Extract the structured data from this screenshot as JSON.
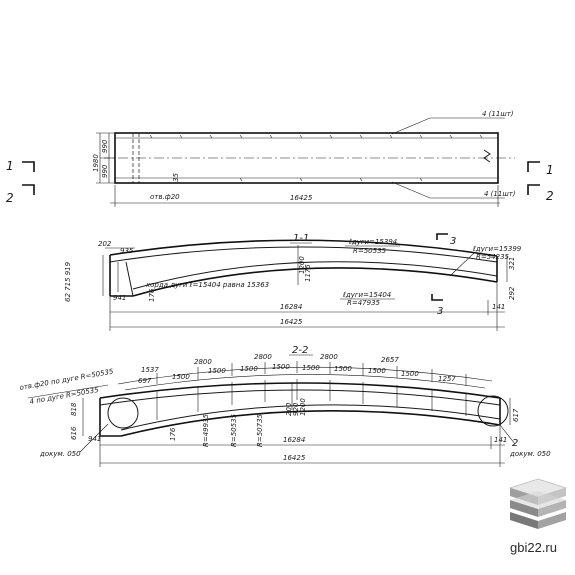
{
  "plan": {
    "dim_990_top": "990",
    "dim_990_bottom": "990",
    "dim_1980": "1980",
    "dim_16425": "16425",
    "note_20": "отв.ф20",
    "dim_35": "35",
    "callout_top": "4 (11шт)",
    "callout_bottom": "4 (11шт)"
  },
  "section_marks": {
    "n1": "1",
    "n2": "2"
  },
  "section1": {
    "title": "1-1",
    "dim_202": "202",
    "dim_935": "935",
    "dim_941": "941",
    "dim_176": "176",
    "dim_1200": "1200",
    "dim_1175": "1175",
    "dim_321": "321",
    "dim_292": "292",
    "dim_left_stack": "62 715 919",
    "arc_top_label": "ℓдуги=15394",
    "arc_top_r": "R=50535",
    "arc_right_label": "ℓдуги=15399",
    "arc_right_r": "R=54235",
    "chord_label": "хорда дуги ℓ=15404 равна 15363",
    "arc_bottom_label": "ℓдуги=15404",
    "arc_bottom_r": "R=47935",
    "dim_16284": "16284",
    "dim_141": "141",
    "dim_16425": "16425",
    "mark3": "3"
  },
  "section2": {
    "title": "2-2",
    "hole_note1": "отв.ф20 по дуге R=50535",
    "hole_note2": "4 по дуге R=50535",
    "top_spans": [
      "1537",
      "2800",
      "2800",
      "2800",
      "2657"
    ],
    "mid_spans": [
      "697",
      "1500",
      "1500",
      "1500",
      "1500",
      "1500",
      "1500",
      "1500",
      "1500",
      "1257"
    ],
    "dim_941": "941",
    "dim_176": "176",
    "dim_200": "200",
    "dim_920": "920",
    "dim_1200": "1200",
    "r1": "R=49935",
    "r2": "R=50535",
    "r3": "R=50735",
    "dim_617": "617",
    "dim_616": "616",
    "dim_818": "818",
    "dim_16284": "16284",
    "dim_141": "141",
    "dim_16425": "16425",
    "detail_left": "докум. 050",
    "detail_right": "докум. 050",
    "mark2": "2"
  },
  "watermark": {
    "site": "gbi22.ru"
  }
}
